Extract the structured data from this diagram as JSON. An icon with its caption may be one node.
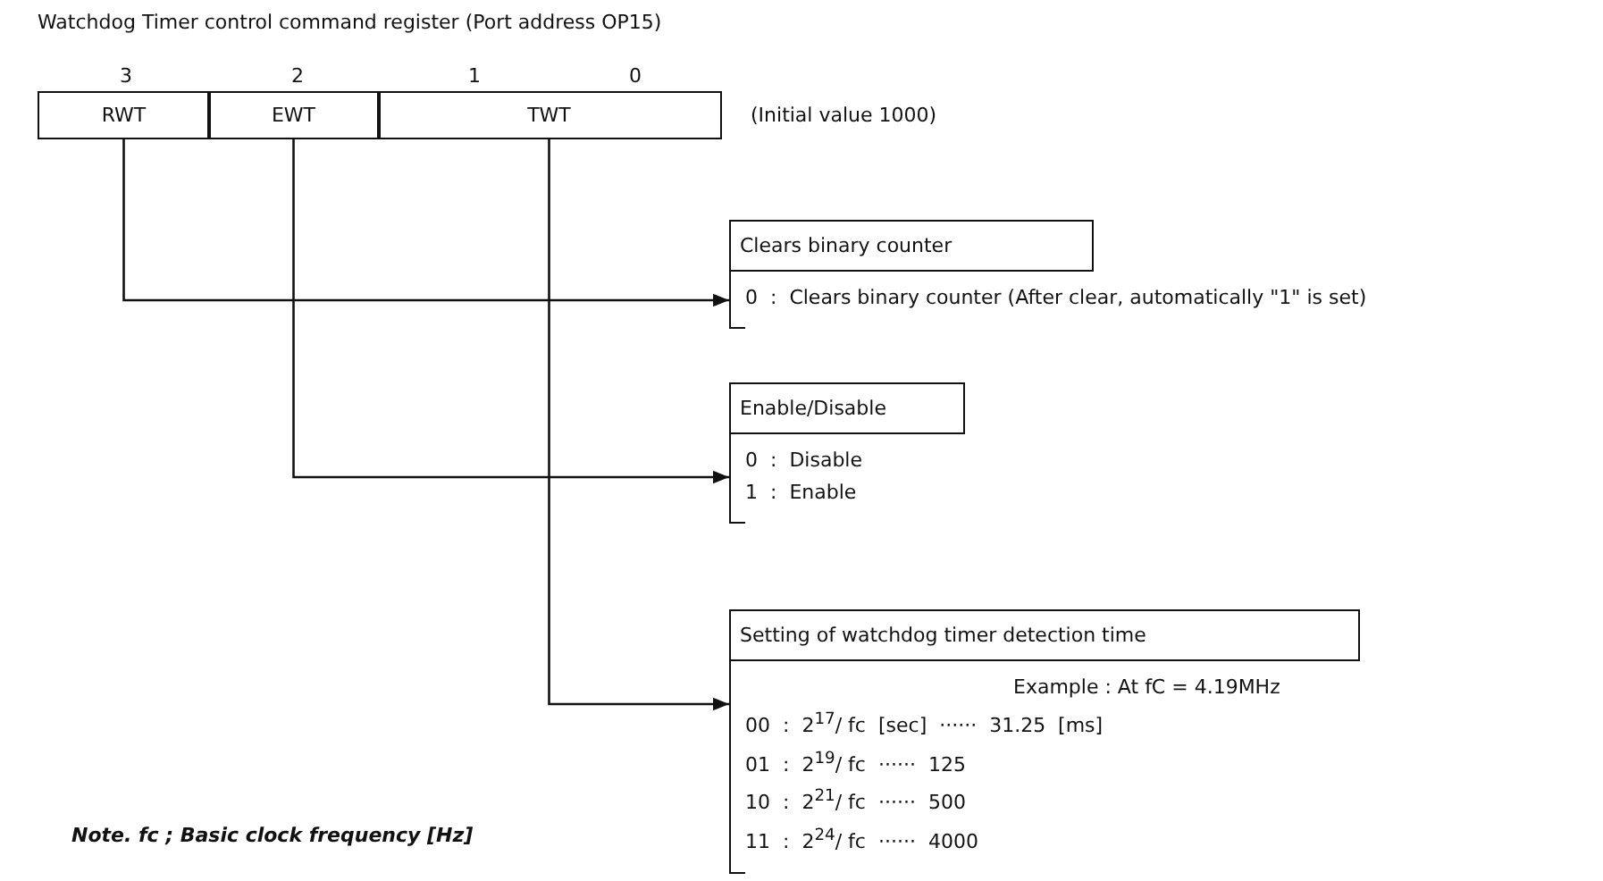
{
  "diagram": {
    "title": "Watchdog Timer control command register (Port address  OP15)",
    "nodes": [
      {
        "text": [
          "RWT"
        ]
      },
      {
        "text": [
          "EWT"
        ]
      },
      {
        "text": [
          "TWT"
        ]
      },
      {
        "text": [
          "Clears binary counter",
          "0  :  Clears binary counter (After clear, automatically \"1\" is set)"
        ]
      },
      {
        "text": [
          "Enable/Disable",
          "0  :  Disable",
          "1  :  Enable"
        ]
      },
      {
        "text": [
          "Setting of watchdog timer detection time",
          "Example : At fC = 4.19MHz",
          "00  :  2$^{17}$/ fc  [sec]  ······  31.25  [ms]",
          "01  :  2$^{19}$/ fc  ······  125",
          "10  :  2$^{21}$/ fc  ······  500",
          "11  :  2$^{24}$/ fc  ······  4000"
        ]
      }
    ],
    "edges": [
      {
        "from": 0,
        "to": 3,
        "arrow": "to"
      },
      {
        "from": 1,
        "to": 4,
        "arrow": "to"
      },
      {
        "from": 2,
        "to": 5,
        "arrow": "to"
      }
    ],
    "labels": [
      "3",
      "2",
      "1",
      "0",
      "(Initial value  1000)",
      "Note.  fc ;  Basic clock frequency [Hz]"
    ]
  }
}
